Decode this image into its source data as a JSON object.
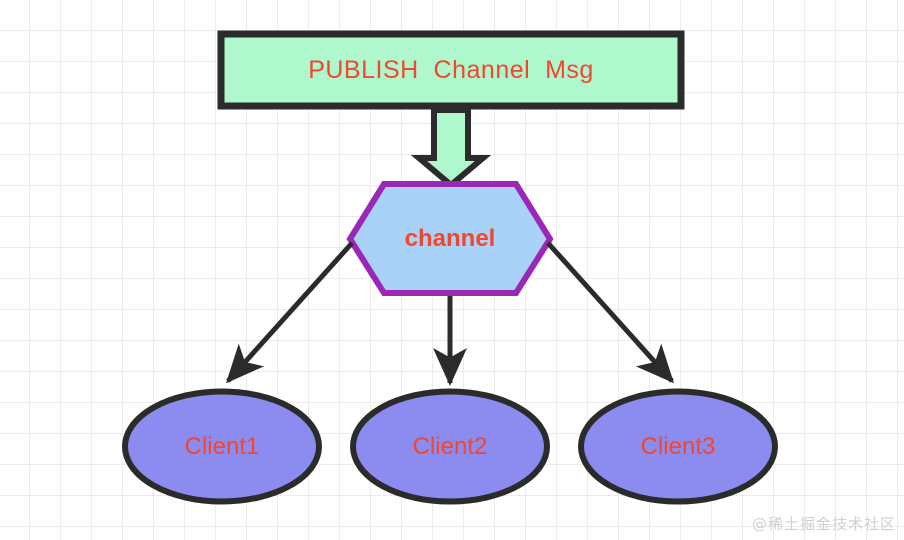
{
  "diagram": {
    "title_node": {
      "id": "publish-command",
      "text": "PUBLISH  Channel  Msg",
      "shape": "rectangle",
      "fill": "#aff7cd",
      "stroke": "#2b2b2b",
      "text_color": "#f2462f"
    },
    "channel_node": {
      "id": "channel",
      "text": "channel",
      "shape": "hexagon",
      "fill": "#a8d2f8",
      "stroke": "#9b27b7",
      "text_color": "#f2462f"
    },
    "clients": [
      {
        "id": "client1",
        "text": "Client1",
        "shape": "ellipse",
        "fill": "#8b8bf0",
        "stroke": "#2b2b2b",
        "text_color": "#f2462f"
      },
      {
        "id": "client2",
        "text": "Client2",
        "shape": "ellipse",
        "fill": "#8b8bf0",
        "stroke": "#2b2b2b",
        "text_color": "#f2462f"
      },
      {
        "id": "client3",
        "text": "Client3",
        "shape": "ellipse",
        "fill": "#8b8bf0",
        "stroke": "#2b2b2b",
        "text_color": "#f2462f"
      }
    ],
    "connectors": [
      {
        "id": "publish-to-channel",
        "type": "block-arrow",
        "from": "publish-command",
        "to": "channel",
        "fill": "#aff7cd",
        "stroke": "#2b2b2b"
      },
      {
        "id": "channel-to-client1",
        "type": "line-arrow",
        "from": "channel",
        "to": "client1",
        "stroke": "#2b2b2b"
      },
      {
        "id": "channel-to-client2",
        "type": "line-arrow",
        "from": "channel",
        "to": "client2",
        "stroke": "#2b2b2b"
      },
      {
        "id": "channel-to-client3",
        "type": "line-arrow",
        "from": "channel",
        "to": "client3",
        "stroke": "#2b2b2b"
      }
    ],
    "background": {
      "grid_color": "#ececec",
      "page_color": "#ffffff"
    }
  },
  "watermark": {
    "text": "@稀土掘金技术社区",
    "color": "#cfcfcf"
  }
}
